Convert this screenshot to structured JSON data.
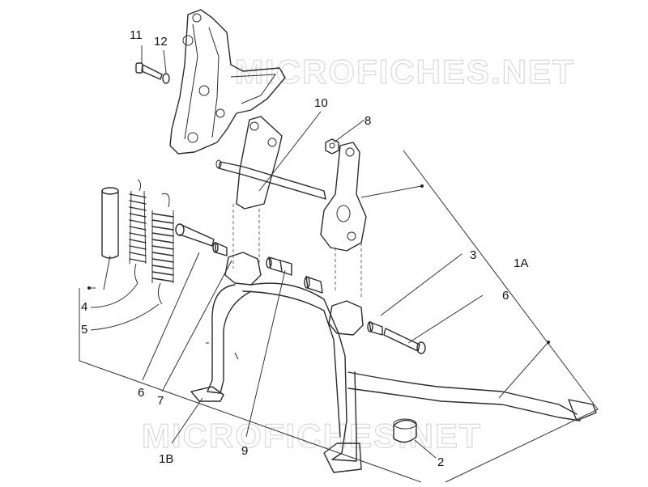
{
  "watermark": "MICROFICHES.NET",
  "labels": {
    "p11": "11",
    "p12": "12",
    "p10": "10",
    "p8": "8",
    "p3": "3",
    "p1A": "1A",
    "p6_right": "6",
    "p4": "4",
    "p5": "5",
    "p6_left": "6",
    "p7": "7",
    "p1B": "1B",
    "p9": "9",
    "p2": "2"
  }
}
